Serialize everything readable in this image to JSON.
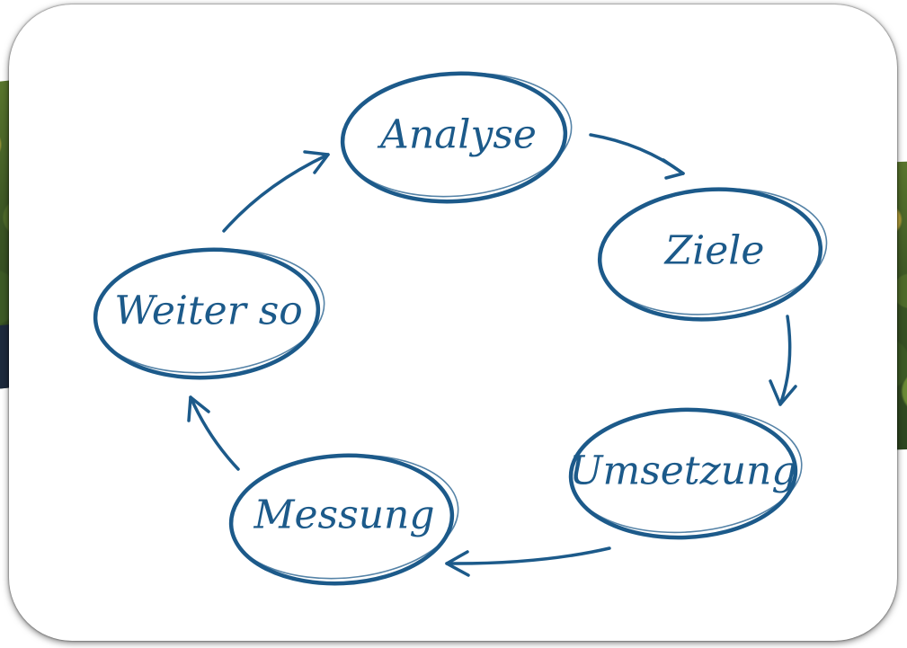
{
  "diagram": {
    "type": "cycle",
    "accent_color": "#1c5a8a",
    "nodes": [
      {
        "id": "analyse",
        "label": "Analyse"
      },
      {
        "id": "ziele",
        "label": "Ziele"
      },
      {
        "id": "umsetzung",
        "label": "Umsetzung"
      },
      {
        "id": "messung",
        "label": "Messung"
      },
      {
        "id": "weiter-so",
        "label": "Weiter so"
      }
    ],
    "edges": [
      {
        "from": "analyse",
        "to": "ziele"
      },
      {
        "from": "ziele",
        "to": "umsetzung"
      },
      {
        "from": "umsetzung",
        "to": "messung"
      },
      {
        "from": "messung",
        "to": "weiter-so"
      },
      {
        "from": "weiter-so",
        "to": "analyse"
      }
    ]
  }
}
